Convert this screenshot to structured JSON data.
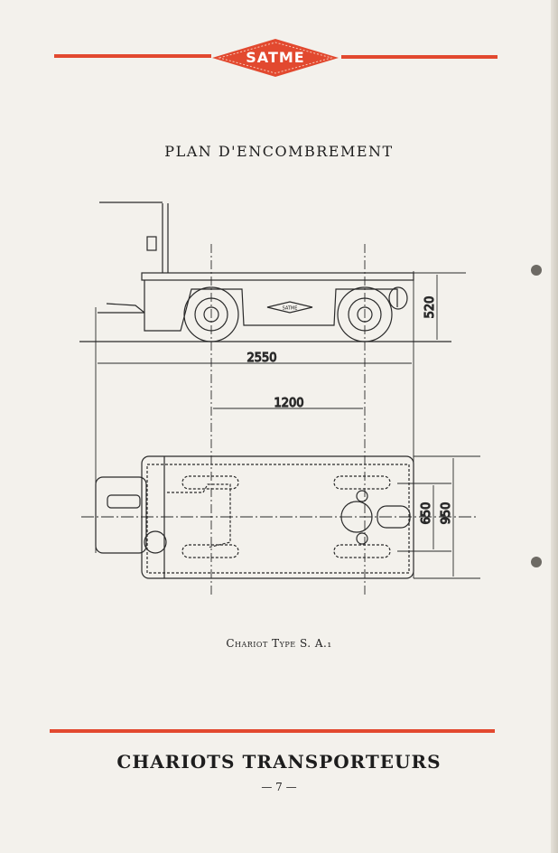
{
  "header": {
    "logo_text": "SATME",
    "accent_color": "#e2492f"
  },
  "title": "PLAN D'ENCOMBREMENT",
  "drawing": {
    "dimensions": {
      "overall_length": "2550",
      "wheelbase": "1200",
      "platform_height": "520",
      "track": "650",
      "overall_width": "950"
    },
    "badge_text": "SATME"
  },
  "caption": "Chariot Type S. A.₁",
  "footer": {
    "title": "CHARIOTS TRANSPORTEURS",
    "page_number": "— 7 —"
  }
}
